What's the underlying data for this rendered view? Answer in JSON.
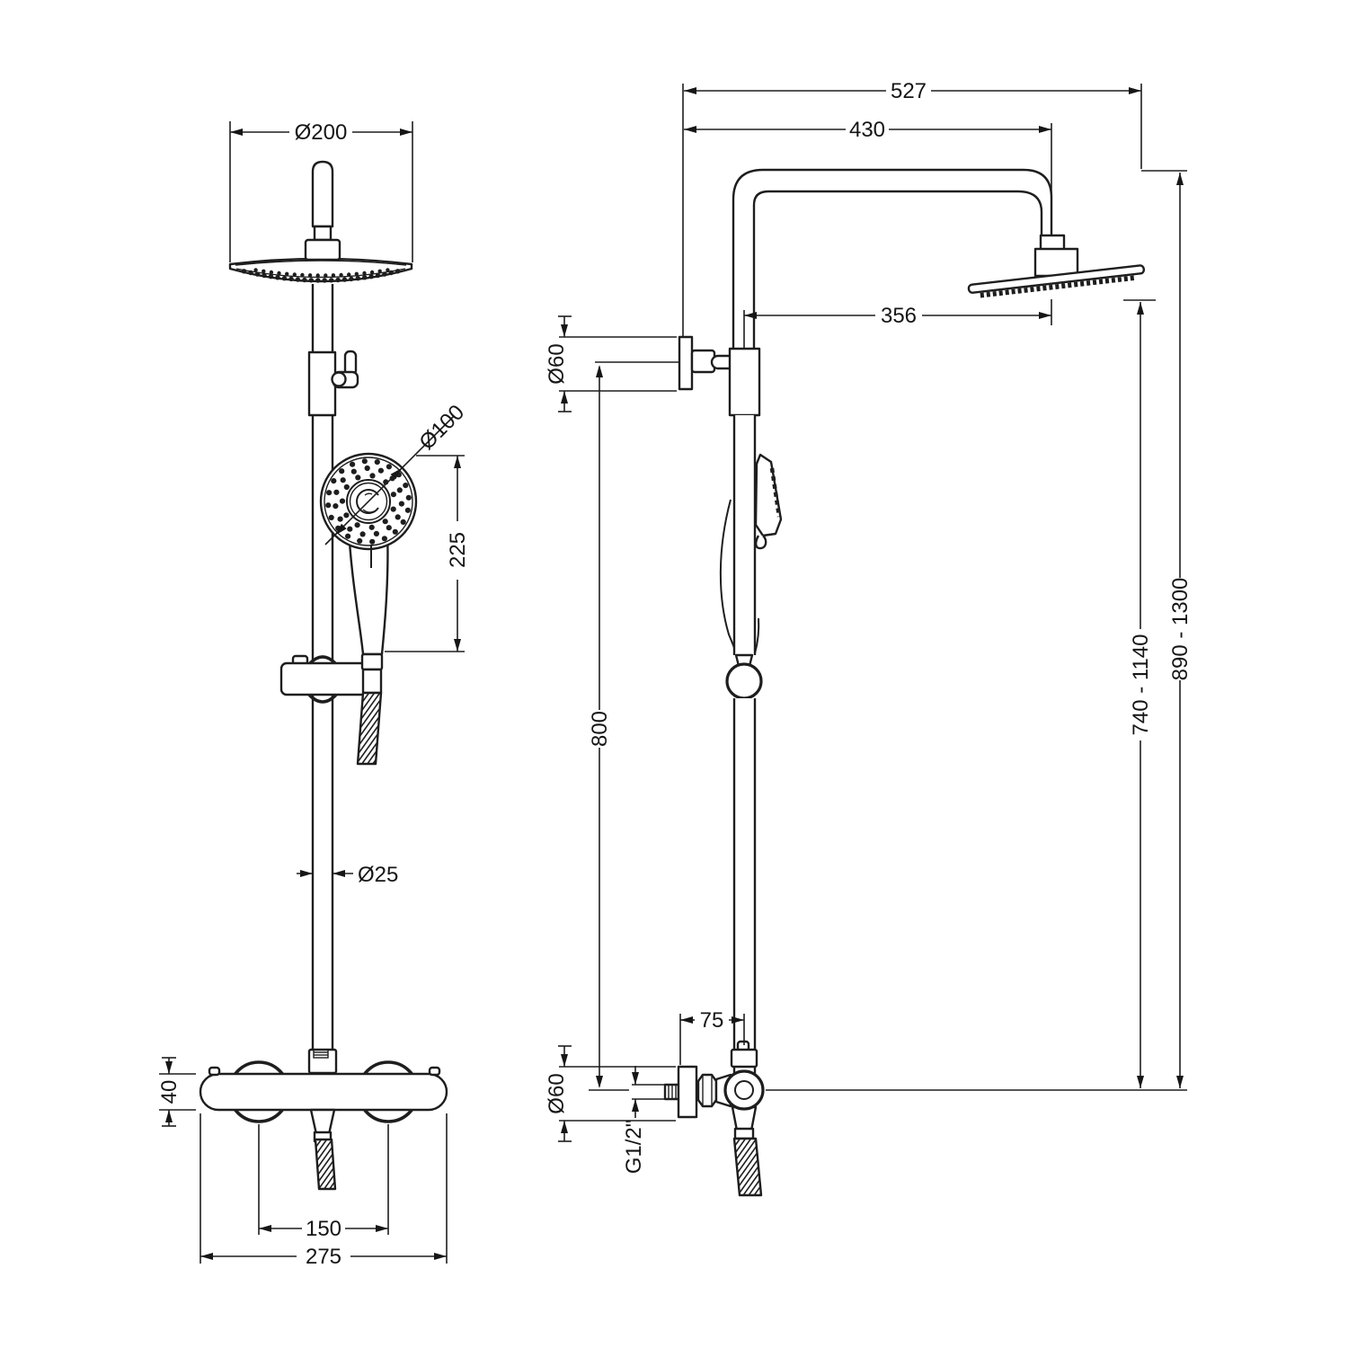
{
  "page": {
    "background": "#ffffff",
    "line_color": "#1e1e1e"
  },
  "views": {
    "front": {
      "name": "front-elevation",
      "dims": {
        "head_diameter": "Ø200",
        "handset_diameter": "Ø100",
        "handset_length": "225",
        "riser_diameter": "Ø25",
        "valve_height": "40",
        "inlet_centres": "150",
        "valve_width": "275"
      }
    },
    "side": {
      "name": "side-elevation",
      "dims": {
        "overall_reach": "527",
        "arm_reach": "430",
        "head_offset": "356",
        "bracket_diameter": "Ø60",
        "bracket_drop": "800",
        "valve_depth": "75",
        "flange_diameter": "Ø60",
        "inlet_thread": "G1/2\"",
        "riser_height_range": "740 - 1140",
        "overall_height_range": "890 - 1300"
      }
    }
  }
}
